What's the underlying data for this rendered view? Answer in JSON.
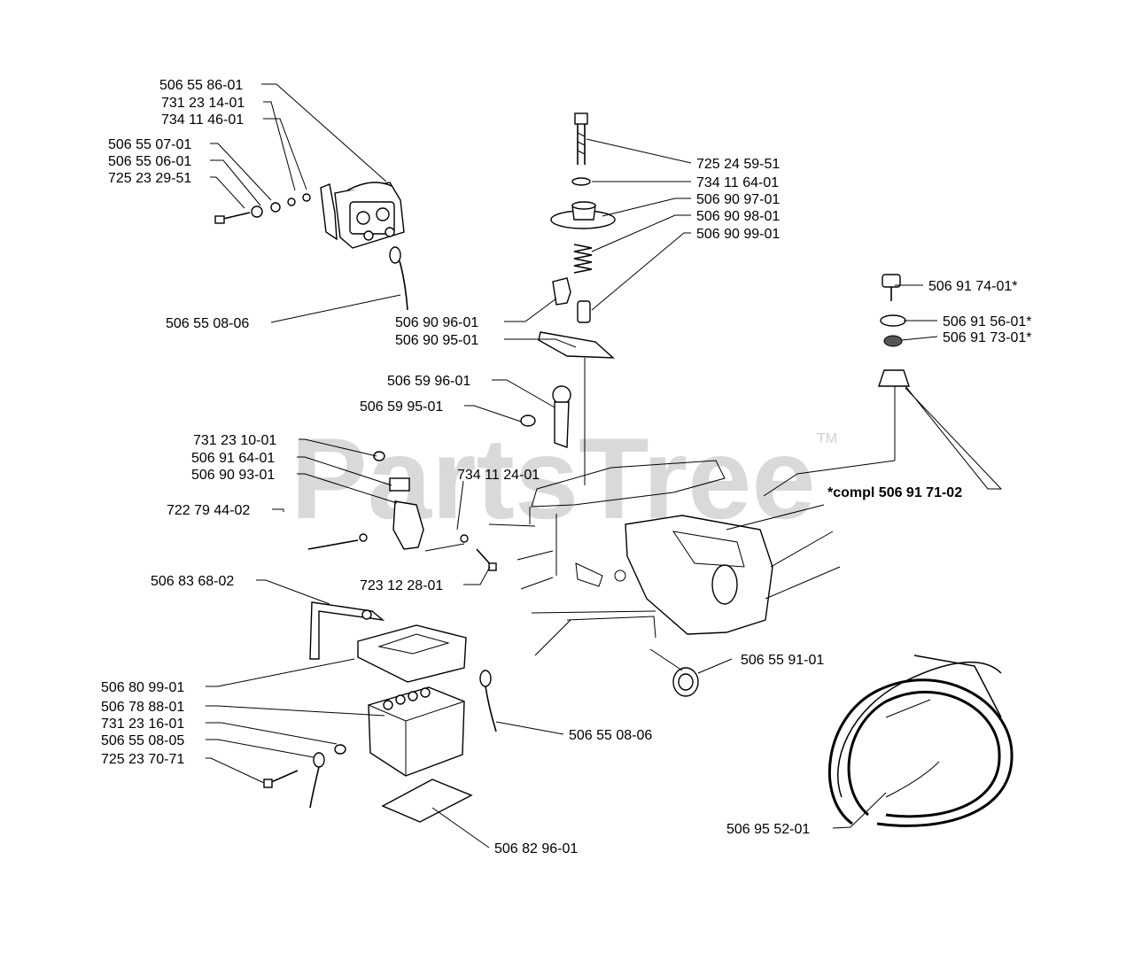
{
  "watermark": {
    "text": "PartsTree",
    "trademark": "TM"
  },
  "labels": {
    "p_506558601": "506 55 86-01",
    "p_731231401": "731 23 14-01",
    "p_734114601": "734 11 46-01",
    "p_506550701": "506 55 07-01",
    "p_506550601": "506 55 06-01",
    "p_725232951": "725 23 29-51",
    "p_506550806a": "506 55 08-06",
    "p_725245951": "725 24 59-51",
    "p_734116401": "734 11 64-01",
    "p_506909701": "506 90 97-01",
    "p_506909801": "506 90 98-01",
    "p_506909901": "506 90 99-01",
    "p_506909601": "506 90 96-01",
    "p_506909501": "506 90 95-01",
    "p_506599601": "506 59 96-01",
    "p_506599501": "506 59 95-01",
    "p_731231001": "731 23 10-01",
    "p_506916401": "506 91 64-01",
    "p_506909301": "506 90 93-01",
    "p_734112401": "734 11 24-01",
    "p_722794402": "722 79 44-02",
    "p_723122801": "723 12 28-01",
    "p_506917401": "506 91 74-01*",
    "p_506915601": "506 91 56-01*",
    "p_506917301": "506 91 73-01*",
    "p_compl": "*compl 506 91 71-02",
    "p_506836802": "506 83 68-02",
    "p_506809901": "506 80 99-01",
    "p_506788801": "506 78 88-01",
    "p_731231601": "731 23 16-01",
    "p_506550805": "506 55 08-05",
    "p_725237071": "725 23 70-71",
    "p_506550806b": "506 55 08-06",
    "p_506829601": "506 82 96-01",
    "p_506559101": "506 55 91-01",
    "p_506955201": "506 95 52-01"
  }
}
